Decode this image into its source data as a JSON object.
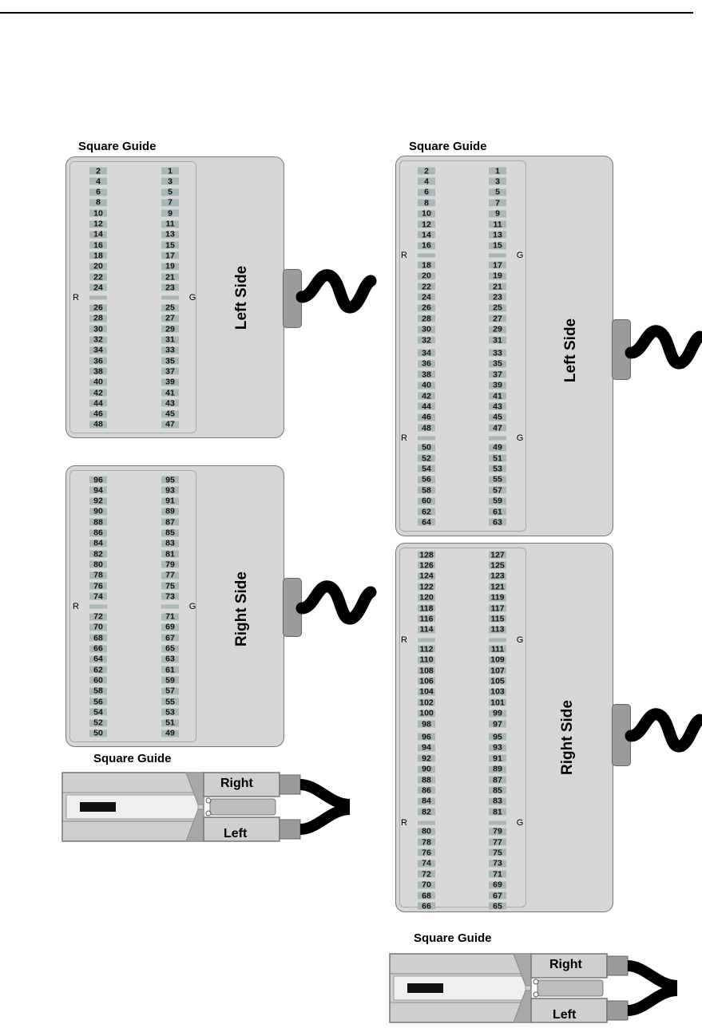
{
  "diagram": {
    "guide_title": "Square Guide",
    "left_side_label": "Left Side",
    "right_side_label": "Right Side",
    "r_label": "R",
    "g_label": "G",
    "right_label": "Right",
    "left_label": "Left",
    "colors": {
      "card": "#d6d6d6",
      "pin": "#a9b7b7",
      "plug": "#9b9b9b",
      "cable": "#000000"
    },
    "left_pod_96": {
      "left_side": {
        "left_column": [
          "2",
          "4",
          "6",
          "8",
          "10",
          "12",
          "14",
          "16",
          "18",
          "20",
          "22",
          "24",
          "26",
          "28",
          "30",
          "32",
          "34",
          "36",
          "38",
          "40",
          "42",
          "44",
          "46",
          "48"
        ],
        "right_column": [
          "1",
          "3",
          "5",
          "7",
          "9",
          "11",
          "13",
          "15",
          "17",
          "19",
          "21",
          "23",
          "25",
          "27",
          "29",
          "31",
          "33",
          "35",
          "37",
          "39",
          "41",
          "43",
          "45",
          "47"
        ]
      },
      "right_side": {
        "left_column": [
          "96",
          "94",
          "92",
          "90",
          "88",
          "86",
          "84",
          "82",
          "80",
          "78",
          "76",
          "74",
          "72",
          "70",
          "68",
          "66",
          "64",
          "62",
          "60",
          "58",
          "56",
          "54",
          "52",
          "50"
        ],
        "right_column": [
          "95",
          "93",
          "91",
          "89",
          "87",
          "85",
          "83",
          "81",
          "79",
          "77",
          "75",
          "73",
          "71",
          "69",
          "67",
          "65",
          "63",
          "61",
          "59",
          "57",
          "55",
          "53",
          "51",
          "49"
        ]
      }
    },
    "right_pod_128": {
      "left_side": {
        "left_column": [
          "2",
          "4",
          "6",
          "8",
          "10",
          "12",
          "14",
          "16",
          "18",
          "20",
          "22",
          "24",
          "26",
          "28",
          "30",
          "32",
          "34",
          "36",
          "38",
          "40",
          "42",
          "44",
          "46",
          "48",
          "50",
          "52",
          "54",
          "56",
          "58",
          "60",
          "62",
          "64"
        ],
        "right_column": [
          "1",
          "3",
          "5",
          "7",
          "9",
          "11",
          "13",
          "15",
          "17",
          "19",
          "21",
          "23",
          "25",
          "27",
          "29",
          "31",
          "33",
          "35",
          "37",
          "39",
          "41",
          "43",
          "45",
          "47",
          "49",
          "51",
          "53",
          "55",
          "57",
          "59",
          "61",
          "63"
        ]
      },
      "right_side": {
        "left_column": [
          "128",
          "126",
          "124",
          "122",
          "120",
          "118",
          "116",
          "114",
          "112",
          "110",
          "108",
          "106",
          "104",
          "102",
          "100",
          "98",
          "96",
          "94",
          "92",
          "90",
          "88",
          "86",
          "84",
          "82",
          "80",
          "78",
          "76",
          "74",
          "72",
          "70",
          "68",
          "66"
        ],
        "right_column": [
          "127",
          "125",
          "123",
          "121",
          "119",
          "117",
          "115",
          "113",
          "111",
          "109",
          "107",
          "105",
          "103",
          "101",
          "99",
          "97",
          "95",
          "93",
          "91",
          "89",
          "87",
          "85",
          "83",
          "81",
          "79",
          "77",
          "75",
          "73",
          "71",
          "69",
          "67",
          "65"
        ]
      }
    }
  }
}
